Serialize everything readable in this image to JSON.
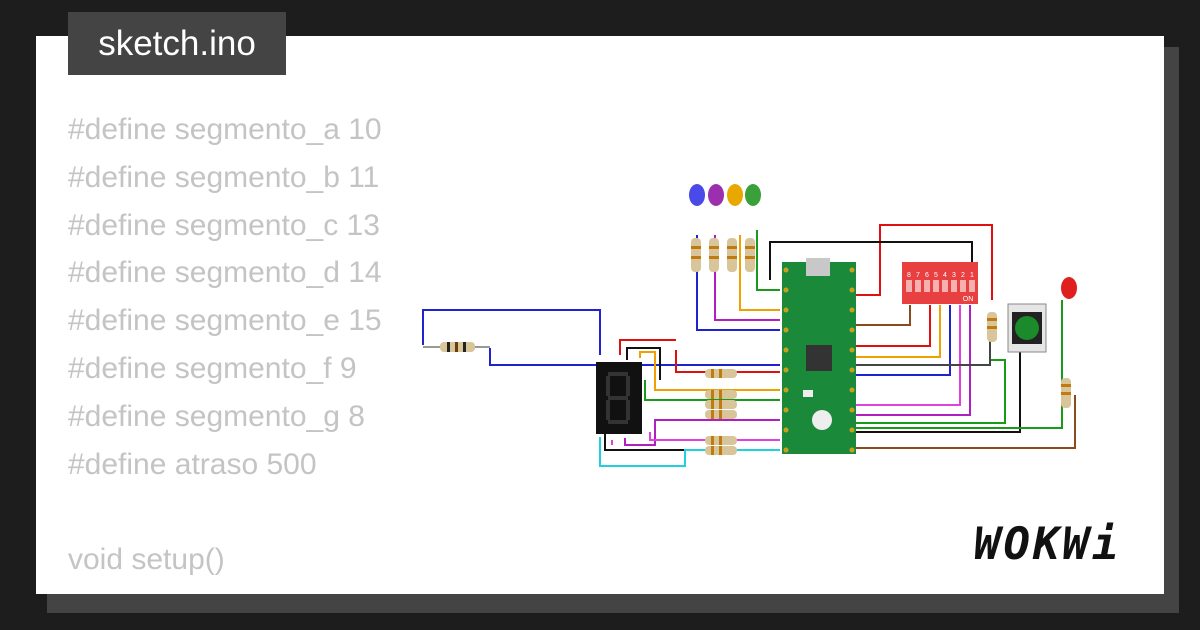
{
  "file_tab": {
    "label": "sketch.ino"
  },
  "code_lines": [
    "#define segmento_a 10",
    "#define segmento_b 11",
    "#define segmento_c 13",
    "#define segmento_d 14",
    "#define segmento_e 15",
    "#define segmento_f 9",
    "#define segmento_g 8",
    "#define atraso 500",
    "",
    "void setup()",
    "{"
  ],
  "brand": {
    "logo_text": "WOKWi"
  },
  "board": {
    "dip_switch_numbers": [
      "8",
      "7",
      "6",
      "5",
      "4",
      "3",
      "2",
      "1"
    ],
    "dip_on_label": "ON"
  },
  "colors": {
    "led_blue": "#4a4ae8",
    "led_purple": "#9b2fae",
    "led_orange": "#e8a800",
    "led_green": "#3aa03a",
    "led_red": "#e02020",
    "board_green": "#1a8a3a",
    "dip_red": "#e84040",
    "button_green": "#1a8a2a"
  }
}
